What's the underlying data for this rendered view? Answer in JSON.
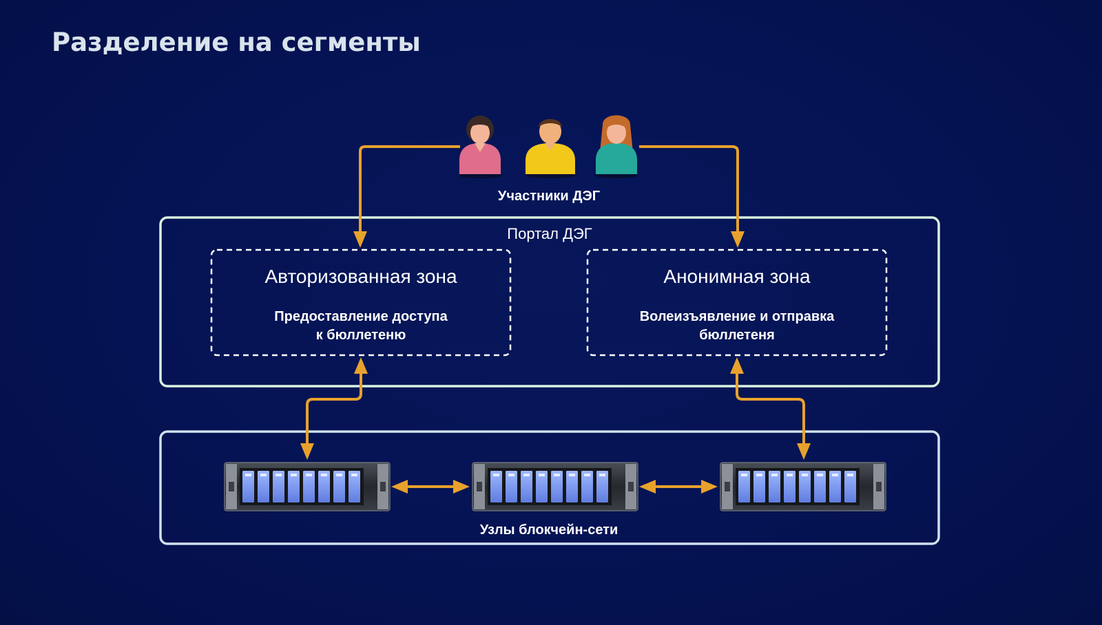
{
  "slide": {
    "title": "Разделение на сегменты"
  },
  "participants": {
    "label": "Участники ДЭГ",
    "icons": [
      "person-pink-icon",
      "person-yellow-icon",
      "person-teal-icon"
    ]
  },
  "portal": {
    "label": "Портал ДЭГ",
    "zones": [
      {
        "title": "Авторизованная зона",
        "lines": [
          "Предоставление доступа",
          "к бюллетеню"
        ]
      },
      {
        "title": "Анонимная зона",
        "lines": [
          "Волеизъявление и отправка",
          "бюллетеня"
        ]
      }
    ]
  },
  "blockchain": {
    "label": "Узлы блокчейн-сети",
    "nodes": [
      "server-icon",
      "server-icon",
      "server-icon"
    ]
  },
  "colors": {
    "background": "#051354",
    "arrow": "#e8a22c",
    "portal_border": "#d8f3e0",
    "blockchain_border": "#cfe2ee",
    "zone_border": "#ffffff",
    "title": "#d9e3ec"
  }
}
